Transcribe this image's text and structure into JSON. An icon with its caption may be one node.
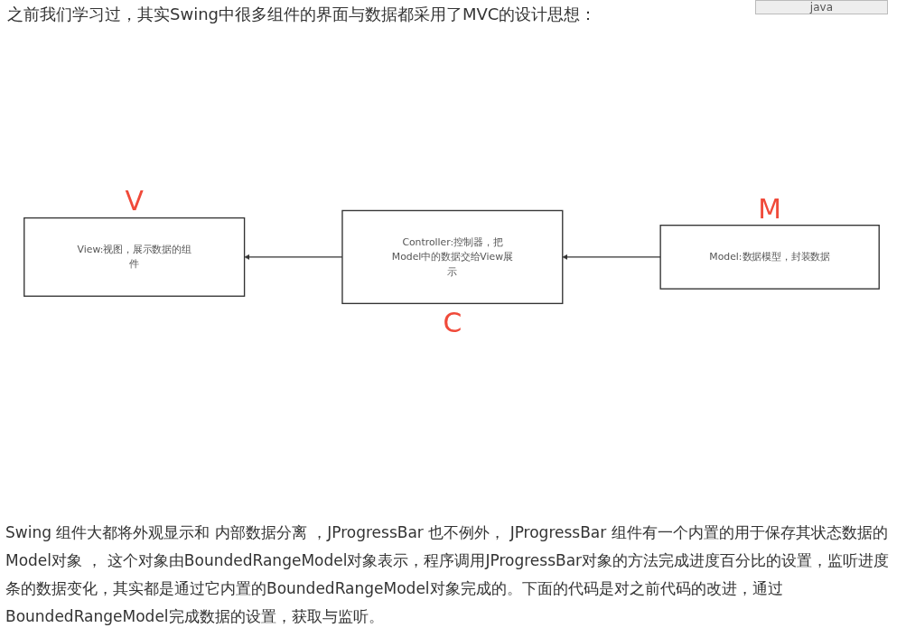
{
  "diagram": {
    "title": "之前我们学习过，其实Swing中很多组件的界面与数据都采用了MVC的设计思想：",
    "nodes": [
      {
        "text": [
          "View:视图，展示数据的组件"
        ],
        "beside": [
          "V"
        ]
      },
      {
        "text": [
          "Model:数据模型，封装数据"
        ],
        "beside": [
          "M"
        ]
      },
      {
        "text": [
          "Controller:控制器，把Model中的数据交给View展示"
        ],
        "beside": [
          "C"
        ]
      }
    ],
    "edges": [
      {
        "from": 1,
        "to": 2,
        "arrow": "to"
      },
      {
        "from": 2,
        "to": 0,
        "arrow": "to"
      }
    ],
    "labels": [
      "java",
      "Swing 组件大都将外观显示和 内部数据分离 ，JProgressBar 也不例外， JProgressBar 组件有一个内置的用于保存其状态数据的Model对象 ， 这个对象由BoundedRangeModel对象表示，程序调用JProgressBar对象的方法完成进度百分比的设置，监听进度条的数据变化，其实都是通过它内置的BoundedRangeModel对象完成的。下面的代码是对之前代码的改进，通过BoundedRangeModel完成数据的设置，获取与监听。"
    ]
  }
}
